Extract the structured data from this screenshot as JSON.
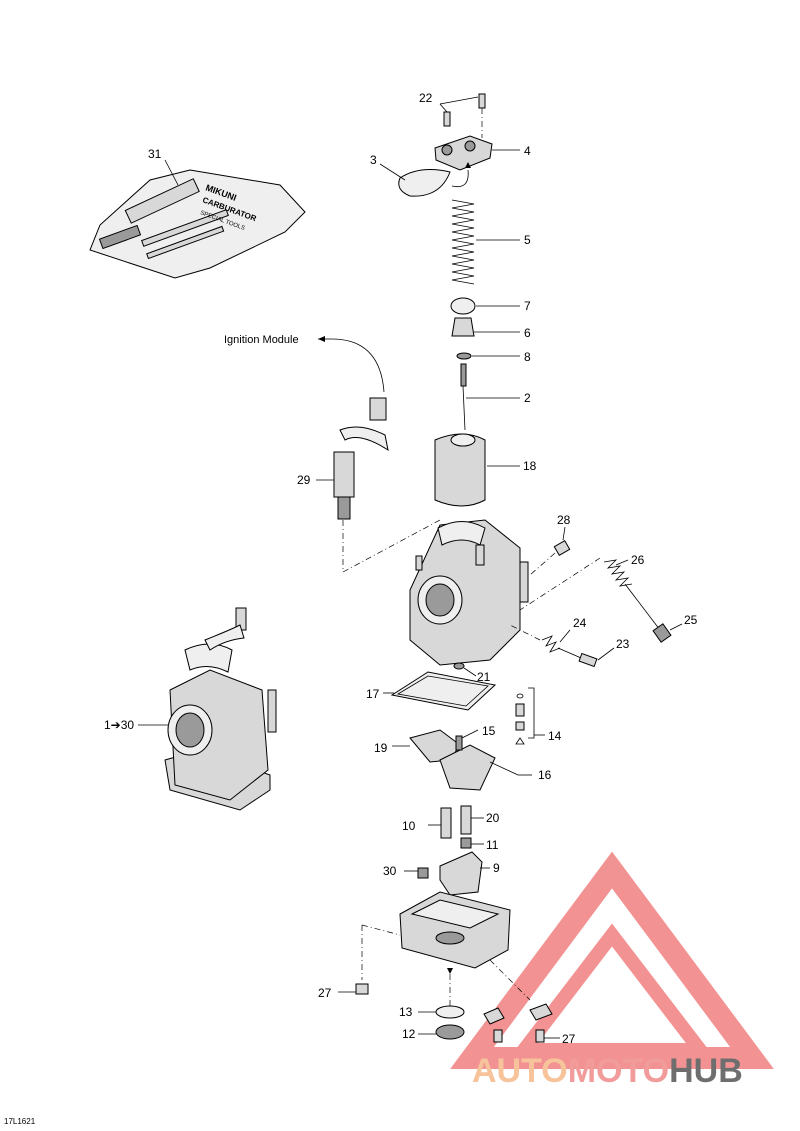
{
  "diagram": {
    "reference_code": "17L1621",
    "ignition_label": "Ignition Module",
    "assembly_range_label": "1➔30",
    "watermark": {
      "part_a": "AUTO",
      "part_b": "MOTO",
      "part_c": "HUB",
      "colors": {
        "auto": "#f5b98a",
        "moto": "#f08a8a",
        "hub": "#555555",
        "triangle": "#f08080"
      }
    },
    "callouts": {
      "c31": "31",
      "c22": "22",
      "c4": "4",
      "c3": "3",
      "c5": "5",
      "c7": "7",
      "c6": "6",
      "c8": "8",
      "c2": "2",
      "c18": "18",
      "c29": "29",
      "c28": "28",
      "c26": "26",
      "c25": "25",
      "c24": "24",
      "c23": "23",
      "c21": "21",
      "c17": "17",
      "c14": "14",
      "c15": "15",
      "c19": "19",
      "c16": "16",
      "c10": "10",
      "c20": "20",
      "c11": "11",
      "c30": "30",
      "c9": "9",
      "c27a": "27",
      "c13": "13",
      "c12": "12",
      "c27b": "27"
    },
    "tool_kit_text": [
      "MIKUNI",
      "CARBURATOR",
      "SPECIAL TOOLS"
    ]
  }
}
